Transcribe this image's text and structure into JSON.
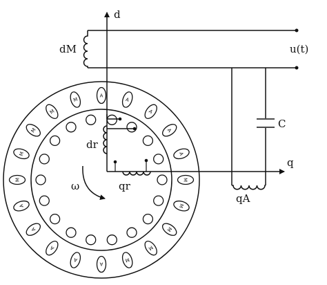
{
  "labels": {
    "d_axis": "d",
    "q_axis": "q",
    "dM": "dM",
    "ut": "u(t)",
    "C": "C",
    "qA": "qA",
    "dr": "dr",
    "qr": "qr",
    "omega": "ω"
  },
  "stator_slots": {
    "letters": [
      "A",
      "A",
      "A",
      "A",
      "A",
      "M",
      "M",
      "M",
      "M",
      "M",
      "A",
      "A",
      "A",
      "A",
      "A",
      "M",
      "M",
      "M",
      "M",
      "M"
    ]
  },
  "colors": {
    "ink": "#111111",
    "background": "#ffffff"
  }
}
